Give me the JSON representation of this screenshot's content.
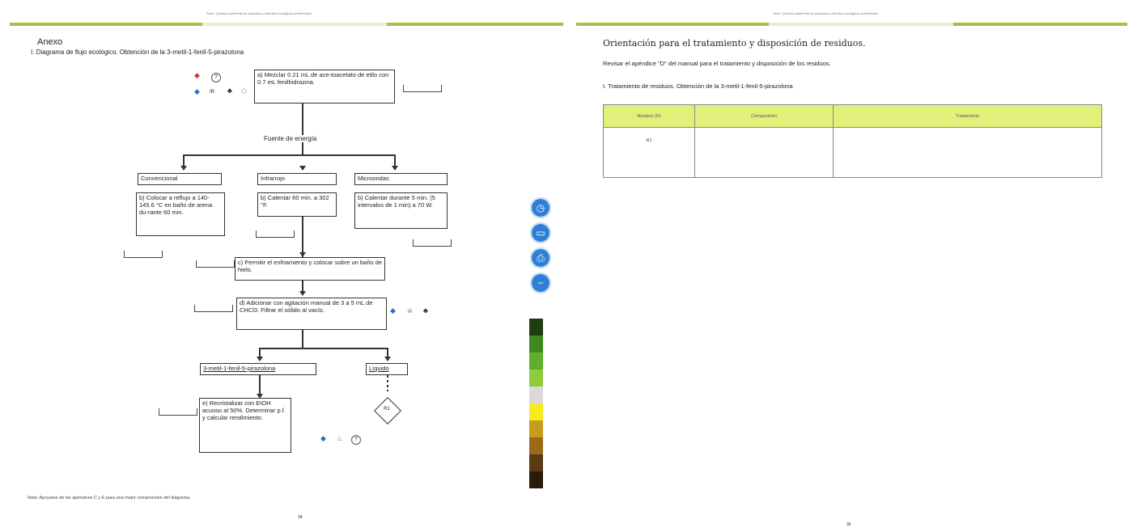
{
  "header": {
    "left_text": "Serie: Química ambiental de pirazolas y métodos ecológicos ambientales",
    "right_text": "Serie: Química ambiental de pirazolas y métodos ecológicos ambientales"
  },
  "left_page": {
    "heading": "Anexo",
    "subtitle": "I. Diagrama de flujo ecológico. Obtención de la 3-metil-1-fenil-5-pirazolona",
    "step_a": "a) Mezclar 0.21 mL de ace-toacetato de etilo con 0.7 mL fenilhidrazina.",
    "energy_label": "Fuente de energía",
    "methods": [
      "Convencional",
      "Infrarrojo",
      "Microondas"
    ],
    "step_b1": "b) Colocar a reflujo a 140- 145.6 °C en baño de arena du-rante 60 min.",
    "step_b2": "b) Calentar 60 min. a 302 °F.",
    "step_b3": "b) Calentar durante 5 min. (5 intervalos de 1 min) a 70 W.",
    "step_c": "c) Permitir el enfriamiento y colocar sobre un baño de hielo.",
    "step_d": "d) Adicionar con agitación manual de 3 a 5 mL de CHCl3. Filtrar el sólido al vacío.",
    "product": "3-metil-1-fenil-5-pirazolona",
    "liquid": "Líquido",
    "residue": "R1",
    "step_e": "e) Recristalizar con EtOH acuoso al 50%. Determinar p.f. y calcular rendimiento.",
    "note": "Nota: Apoyarse de los apéndices C y E para una mejor comprensión del diagrama.",
    "page_number": "34",
    "hazard_q": "?",
    "hazard_ir": "IR"
  },
  "right_page": {
    "title": "Orientación para el tratamiento y disposición de residuos.",
    "intro": "Revisar el apéndice \"D\" del manual para el tratamiento y disposición de los residuos.",
    "subtitle": "I. Tratamiento de residuos. Obtención de la 3-metil-1-fenil-5-pirazolona",
    "table_headers": [
      "Residuo (R)",
      "Composición",
      "Tratamiento"
    ],
    "table_rows": [
      [
        "R1",
        "",
        ""
      ]
    ],
    "page_number": "35"
  },
  "tools": {
    "buttons": [
      {
        "icon": "clock-icon",
        "glyph": "◷"
      },
      {
        "icon": "book-icon",
        "glyph": "▭"
      },
      {
        "icon": "print-icon",
        "glyph": "⎙"
      },
      {
        "icon": "minus-icon",
        "glyph": "−"
      }
    ],
    "palette_colors": [
      "#1e3d12",
      "#3f8a1f",
      "#5fae2c",
      "#8fcc3a",
      "#d9d9d9",
      "#f7ea1f",
      "#c89a1e",
      "#9a6a18",
      "#5a3a12",
      "#2a1a0a"
    ]
  },
  "colors": {
    "accent_bar": "#a3c246",
    "table_header": "#e2f07a",
    "tool_button": "#2f7fd6"
  }
}
